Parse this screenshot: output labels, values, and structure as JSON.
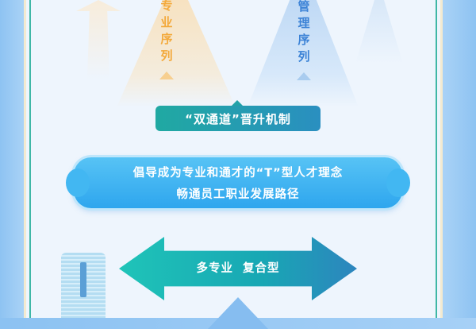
{
  "tracks": {
    "professional": {
      "label": "专业序列",
      "color": "#f3a93b"
    },
    "management": {
      "label": "管理序列",
      "color": "#3b82d6"
    }
  },
  "mechanism_badge": {
    "label": "“双通道”晋升机制",
    "color": "#20a9a2"
  },
  "concept_banner": {
    "line1": "倡导成为专业和通才的“T”型人才理念",
    "line2": "畅通员工职业发展路径",
    "color": "#2ea6ee"
  },
  "arrow_banner": {
    "part1": "多专业",
    "part2": "复合型",
    "icon": "double-arrow-icon"
  },
  "decorations": {
    "building": "building-icon",
    "pyramid": "triangle-icon"
  }
}
